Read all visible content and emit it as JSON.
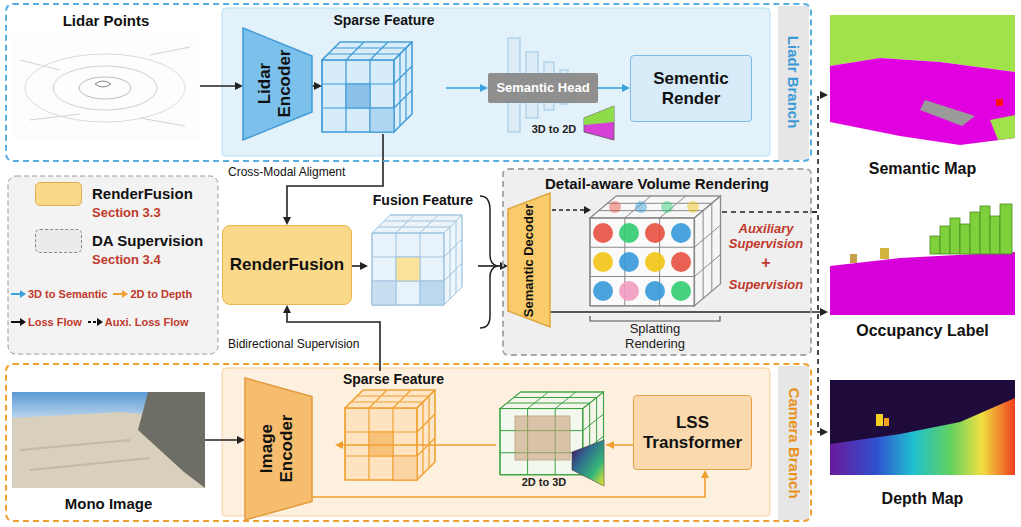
{
  "diagram": {
    "nodes": [
      {
        "text": [
          "Liadr Branch"
        ]
      },
      {
        "text": [
          "Lidar Points"
        ],
        "in": 0
      },
      {
        "text": [
          "Lidar Encoder"
        ],
        "in": 0
      },
      {
        "text": [
          "Sparse Feature"
        ],
        "in": 0
      },
      {
        "text": [
          "Semantic Head"
        ],
        "in": 0
      },
      {
        "text": [
          "Sementic Render"
        ],
        "in": 0
      },
      {
        "text": [
          "Semantic Map"
        ]
      },
      {
        "text": [
          "RenderFusion"
        ]
      },
      {
        "text": [
          "Fusion Feature"
        ]
      },
      {
        "text": [
          "Detail-aware Volume Rendering"
        ]
      },
      {
        "text": [
          "Semantic Decoder"
        ],
        "in": 9
      },
      {
        "text": [
          "Occupancy Label"
        ]
      },
      {
        "text": [
          "Camera Branch"
        ]
      },
      {
        "text": [
          "Mono Image"
        ],
        "in": 12
      },
      {
        "text": [
          "Image Encoder"
        ],
        "in": 12
      },
      {
        "text": [
          "Sparse Feature"
        ],
        "in": 12
      },
      {
        "text": [
          "LSS Transformer"
        ],
        "in": 12
      },
      {
        "text": [
          "Depth Map"
        ]
      }
    ],
    "edges": [
      {
        "from": 1,
        "to": 2,
        "arrow": "to"
      },
      {
        "from": 2,
        "to": 3,
        "arrow": "to"
      },
      {
        "from": 3,
        "to": 4,
        "arrow": "to"
      },
      {
        "from": 4,
        "to": 5,
        "arrow": "to"
      },
      {
        "from": 3,
        "to": 7,
        "label": "Cross-Modal Aligment",
        "arrow": "to"
      },
      {
        "from": 7,
        "to": 8,
        "arrow": "to"
      },
      {
        "from": 8,
        "to": 10,
        "arrow": "to"
      },
      {
        "from": 10,
        "to": 11,
        "arrow": "to"
      },
      {
        "from": 9,
        "to": 6,
        "arrow": "to"
      },
      {
        "from": 9,
        "to": 17,
        "arrow": "to"
      },
      {
        "from": 15,
        "to": 7,
        "label": "Bidirectional Supervision",
        "arrow": "to"
      },
      {
        "from": 13,
        "to": 14,
        "arrow": "to"
      },
      {
        "from": 14,
        "to": 16,
        "arrow": "to"
      },
      {
        "from": 16,
        "to": 15,
        "arrow": "to"
      }
    ],
    "labels": [
      "3D to 2D",
      "Section 3.3",
      "Section 3.4",
      "Auxiliary Supervision",
      "+",
      "Supervision",
      "Splatting Rendering",
      "2D to 3D"
    ],
    "legend": [
      {
        "text": "RenderFusion",
        "color": "#fbd98a"
      },
      {
        "text": "DA Supervision",
        "color": "#ebebeb"
      },
      {
        "text": "3D to Semantic"
      },
      {
        "text": "2D to Depth"
      },
      {
        "text": "Loss Flow"
      },
      {
        "text": "Auxi. Loss Flow"
      }
    ]
  }
}
